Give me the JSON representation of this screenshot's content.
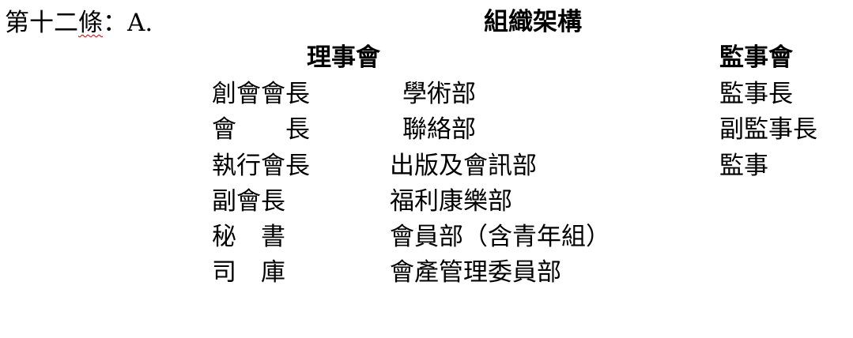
{
  "article": {
    "prefix": "第十二",
    "squiggle_part": "條",
    "suffix": "：A."
  },
  "title": "組織架構",
  "council": {
    "heading": "理事會",
    "officers": [
      "創會會長",
      "會　　長",
      "執行會長",
      "副會長",
      "秘　書",
      "司　庫"
    ],
    "departments": [
      "學術部",
      "聯絡部",
      "出版及會訊部",
      "福利康樂部",
      "會員部（含青年組）",
      "會產管理委員部"
    ]
  },
  "supervisory": {
    "heading": "監事會",
    "members": [
      "監事長",
      "副監事長",
      "監事"
    ]
  },
  "colors": {
    "text": "#000000",
    "spellcheck": "#d40000"
  }
}
